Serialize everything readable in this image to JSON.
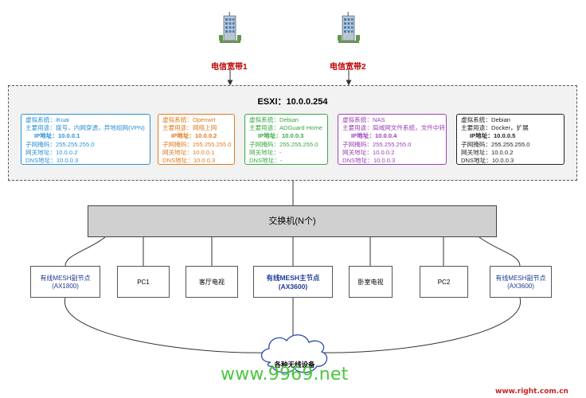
{
  "isp": [
    {
      "label": "电信宽带1",
      "icon": "office-building-icon"
    },
    {
      "label": "电信宽带2",
      "icon": "office-building-icon"
    }
  ],
  "esxi": {
    "title": "ESXI：10.0.0.254"
  },
  "vms": [
    {
      "color": "#2b8fd6",
      "lines": [
        "虚拟系统：iKuai",
        "主要用途：拨号，内网穿透，异地组网(VPN)",
        "IP地址：10.0.0.1",
        "子网掩码：255.255.255.0",
        "网关地址：10.0.0.2",
        "DNS地址：10.0.0.3"
      ]
    },
    {
      "color": "#e07b1e",
      "lines": [
        "虚拟系统：Openwrt",
        "主要用途：网络上网",
        "IP地址：10.0.0.2",
        "子网掩码：255.255.255.0",
        "网关地址：10.0.0.1",
        "DNS地址：10.0.0.3"
      ]
    },
    {
      "color": "#39a845",
      "lines": [
        "虚拟系统：Debian",
        "主要用途：ADGuard Home",
        "IP地址：10.0.0.3",
        "子网掩码：255.255.255.0",
        "网关地址：-",
        "DNS地址：-"
      ]
    },
    {
      "color": "#9b3fb5",
      "lines": [
        "虚拟系统：NAS",
        "主要用途：局域网文件系统，文件中转",
        "IP地址：10.0.0.4",
        "子网掩码：255.255.255.0",
        "网关地址：10.0.0.2",
        "DNS地址：10.0.0.3"
      ]
    },
    {
      "color": "#222222",
      "lines": [
        "虚拟系统：Debian",
        "主要用途：Docker，扩展",
        "IP地址：10.0.0.5",
        "子网掩码：255.255.255.0",
        "网关地址：10.0.0.2",
        "DNS地址：10.0.0.3"
      ]
    }
  ],
  "switch": {
    "label": "交换机(N个)"
  },
  "nodes": [
    {
      "line1": "有线MESH副节点",
      "line2": "(AX1800)"
    },
    {
      "line1": "PC1",
      "line2": ""
    },
    {
      "line1": "客厅电视",
      "line2": ""
    },
    {
      "line1": "有线MESH主节点",
      "line2": "(AX3600)"
    },
    {
      "line1": "卧室电视",
      "line2": ""
    },
    {
      "line1": "PC2",
      "line2": ""
    },
    {
      "line1": "有线MESH副节点",
      "line2": "(AX3600)"
    }
  ],
  "wireless": {
    "label": "各种无线设备",
    "icon": "cloud-icon"
  },
  "watermarks": {
    "main": "www.9969.net",
    "corner": "www.right.com.cn"
  }
}
